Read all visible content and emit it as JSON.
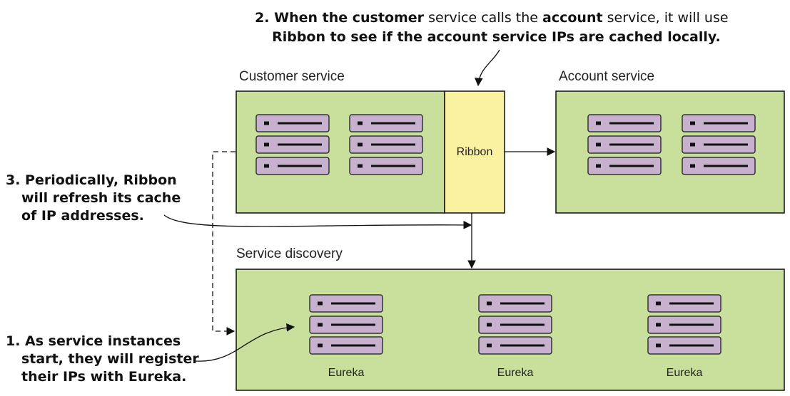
{
  "callouts": {
    "step2_prefix": "2. When the ",
    "step2_customer": "customer",
    "step2_mid": " service calls the ",
    "step2_account": "account",
    "step2_suffix": " service, it will use",
    "step2_line2_prefix": "Ribbon to see if the ",
    "step2_line2_account": "account",
    "step2_line2_suffix": " service IPs are cached locally.",
    "step3_line1": "3. Periodically, Ribbon",
    "step3_line2": "will refresh its cache",
    "step3_line3": "of IP addresses.",
    "step1_line1": "1. As service instances",
    "step1_line2": "start, they will register",
    "step1_line3": "their IPs with Eureka."
  },
  "boxes": {
    "customer_title": "Customer service",
    "account_title": "Account service",
    "ribbon_label": "Ribbon",
    "discovery_title": "Service discovery",
    "eureka_labels": [
      "Eureka",
      "Eureka",
      "Eureka"
    ]
  },
  "colors": {
    "box_fill": "#c9df9c",
    "box_stroke": "#111111",
    "ribbon_fill": "#faf2a1",
    "server_fill": "#c8b1cf",
    "server_stroke": "#333333"
  }
}
